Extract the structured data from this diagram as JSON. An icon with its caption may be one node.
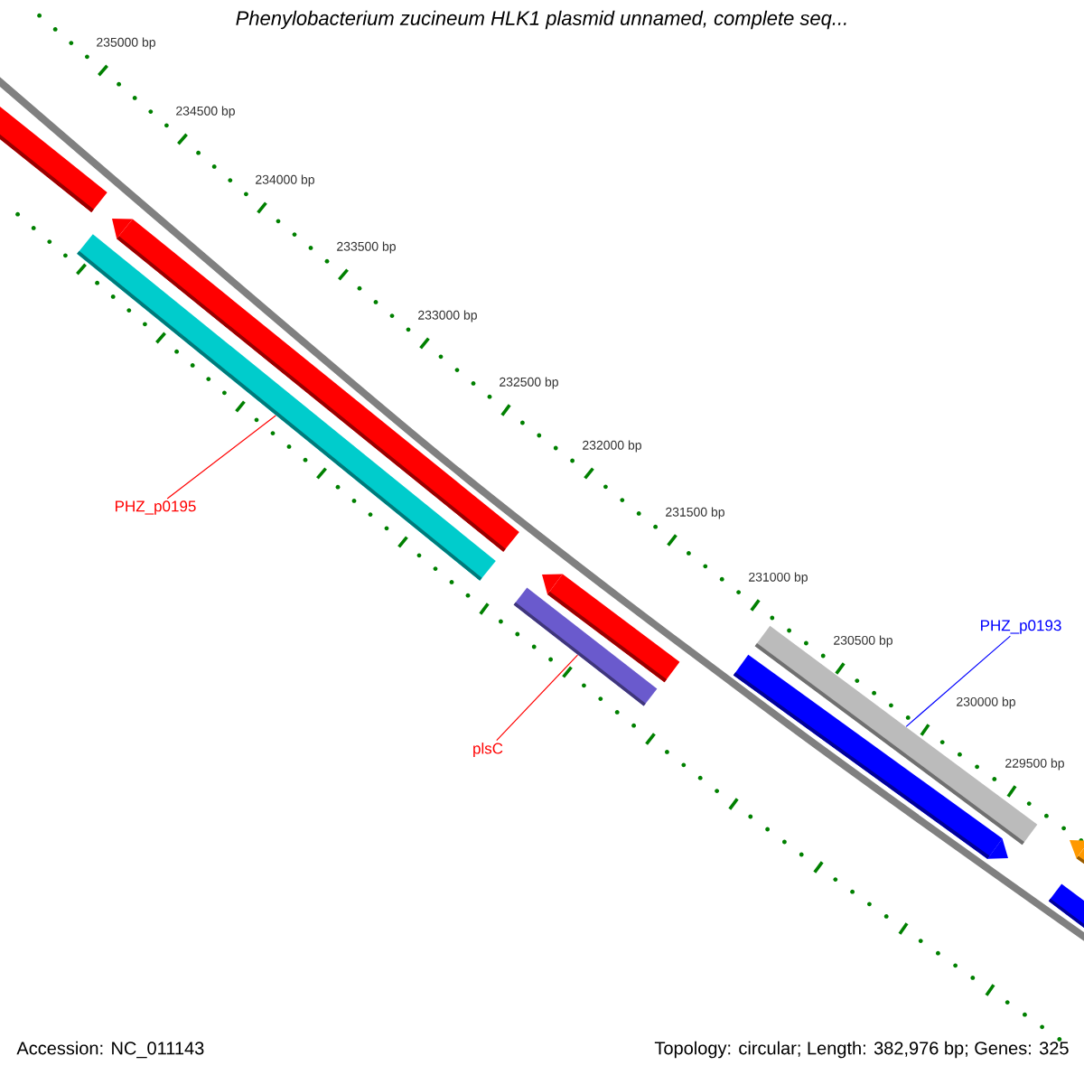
{
  "diagram": {
    "title": "Phenylobacterium zucineum HLK1 plasmid unnamed, complete seq...",
    "nodes": [
      {
        "text": [],
        "shape": "bar"
      },
      {
        "text": [],
        "shape": "bar"
      },
      {
        "text": [],
        "shape": "bar"
      },
      {
        "text": [],
        "shape": "bar"
      },
      {
        "text": [],
        "shape": "bar"
      },
      {
        "text": [],
        "shape": "bar"
      },
      {
        "text": [],
        "shape": "bar"
      },
      {
        "text": [],
        "shape": "bar"
      },
      {
        "text": [],
        "shape": "bar"
      },
      {
        "text": [
          "PHZ_p0195"
        ]
      },
      {
        "text": [
          "plsC"
        ]
      },
      {
        "text": [
          "PHZ_p0193"
        ]
      }
    ],
    "edges": [
      {
        "from": 9,
        "to": 2,
        "arrow": "none"
      },
      {
        "from": 10,
        "to": 4,
        "arrow": "none"
      },
      {
        "from": 11,
        "to": 5,
        "arrow": "none",
        "color": "#0000ff"
      }
    ],
    "labels": [
      "235000 bp",
      "234500 bp",
      "234000 bp",
      "233500 bp",
      "233000 bp",
      "232500 bp",
      "232000 bp",
      "231500 bp",
      "231000 bp",
      "230500 bp",
      "230000 bp",
      "229500 bp",
      "Accession: NC_011143",
      "Topology: circular; Length: 382,976 bp; Genes: 325"
    ]
  }
}
